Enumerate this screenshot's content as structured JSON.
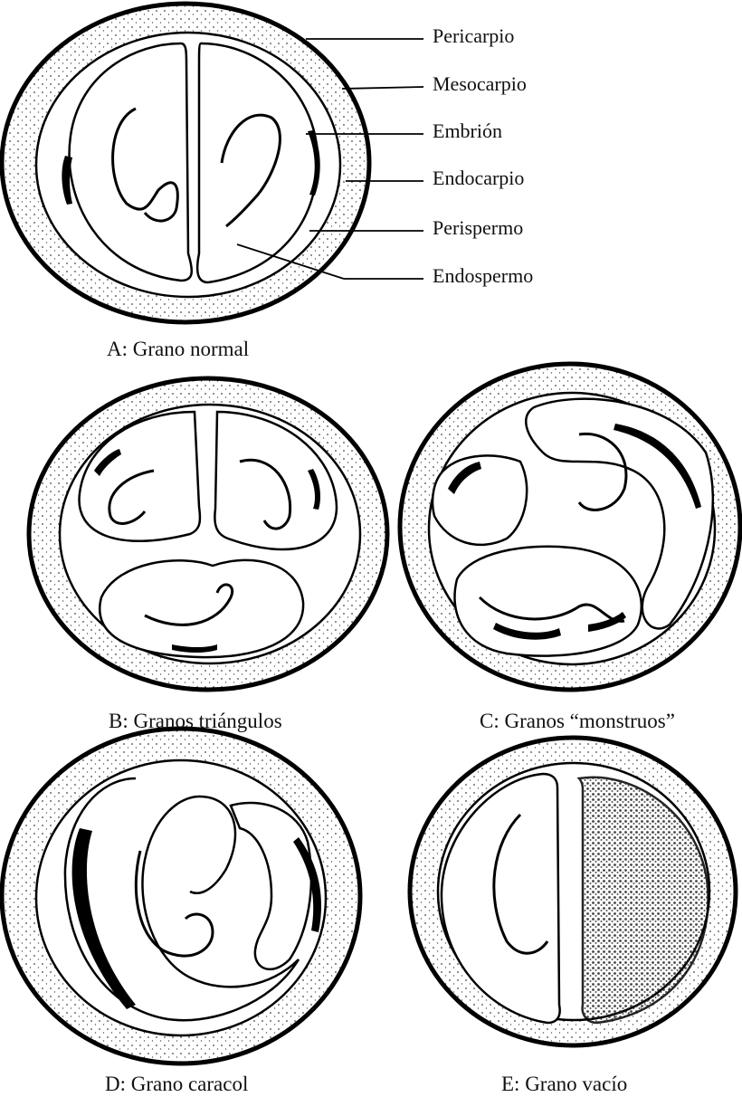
{
  "figure": {
    "labels": {
      "pericarpio": "Pericarpio",
      "mesocarpio": "Mesocarpio",
      "embrion": "Embrión",
      "endocarpio": "Endocarpio",
      "perispermo": "Perispermo",
      "endospermo": "Endospermo"
    },
    "captions": {
      "a": "A: Grano normal",
      "b": "B: Granos triángulos",
      "c": "C: Granos “monstruos”",
      "d": "D: Grano caracol",
      "e": "E: Grano vacío"
    }
  }
}
